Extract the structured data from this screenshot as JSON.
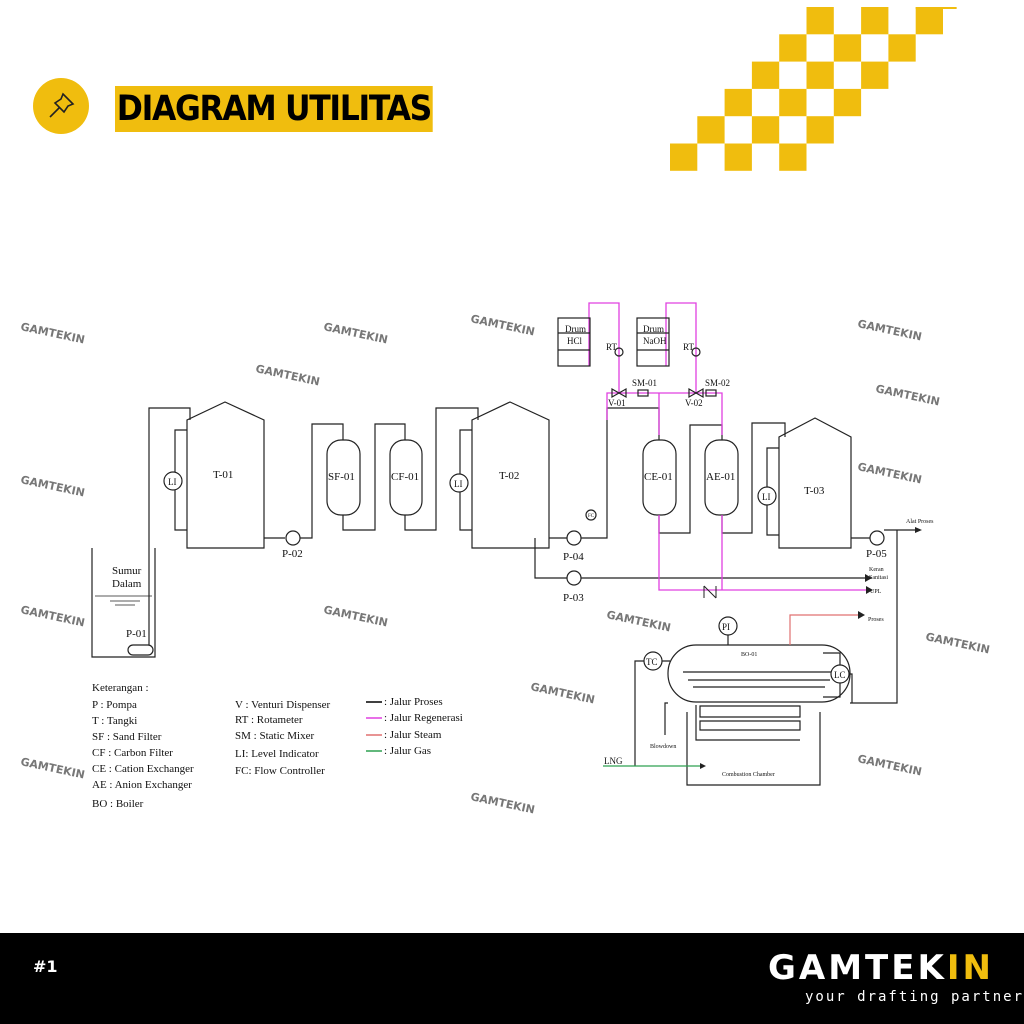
{
  "header": {
    "title": "DIAGRAM UTILITAS",
    "icon": "pushpin-icon",
    "accent_color": "#f0bd0e"
  },
  "diagram": {
    "equipment": {
      "well_line1": "Sumur",
      "well_line2": "Dalam",
      "p01": "P-01",
      "p02": "P-02",
      "p03": "P-03",
      "p04": "P-04",
      "p05": "P-05",
      "t01": "T-01",
      "t02": "T-02",
      "t03": "T-03",
      "sf01": "SF-01",
      "cf01": "CF-01",
      "ce01": "CE-01",
      "ae01": "AE-01",
      "drum_hcl_1": "Drum",
      "drum_hcl_2": "HCl",
      "drum_naoh_1": "Drum",
      "drum_naoh_2": "NaOH",
      "rt": "RT",
      "v01": "V-01",
      "v02": "V-02",
      "sm01": "SM-01",
      "sm02": "SM-02",
      "li": "LI",
      "fc": "FC",
      "bo01": "BO-01",
      "pi": "PI",
      "tc": "TC",
      "lc": "LC",
      "blowdown": "Blowdown",
      "combustion": "Combustion Chamber",
      "lng": "LNG"
    },
    "outlets": {
      "alat_proses": "Alat Proses",
      "keran_1": "Keran",
      "keran_2": "Sanitasi",
      "upl": "UPL",
      "proses": "Proses"
    },
    "legend": {
      "heading": "Keterangan :",
      "col1": [
        "P : Pompa",
        "T : Tangki",
        "SF : Sand Filter",
        "CF : Carbon  Filter",
        "CE : Cation Exchanger",
        "AE : Anion Exchanger",
        "BO : Boiler"
      ],
      "col2": [
        "V : Venturi Dispenser",
        "RT : Rotameter",
        "SM : Static Mixer",
        "LI: Level Indicator",
        "FC: Flow Controller"
      ],
      "lines": [
        {
          "label": ": Jalur Proses",
          "color": "#000000"
        },
        {
          "label": ": Jalur Regenerasi",
          "color": "#e040e0"
        },
        {
          "label": ": Jalur Steam",
          "color": "#e07070"
        },
        {
          "label": ": Jalur Gas",
          "color": "#2ea050"
        }
      ]
    },
    "watermark": "GAMTEKIN"
  },
  "footer": {
    "page": "#1",
    "logo_main": "GAMTEK",
    "logo_accent": "IN",
    "tagline": "your drafting partner"
  }
}
